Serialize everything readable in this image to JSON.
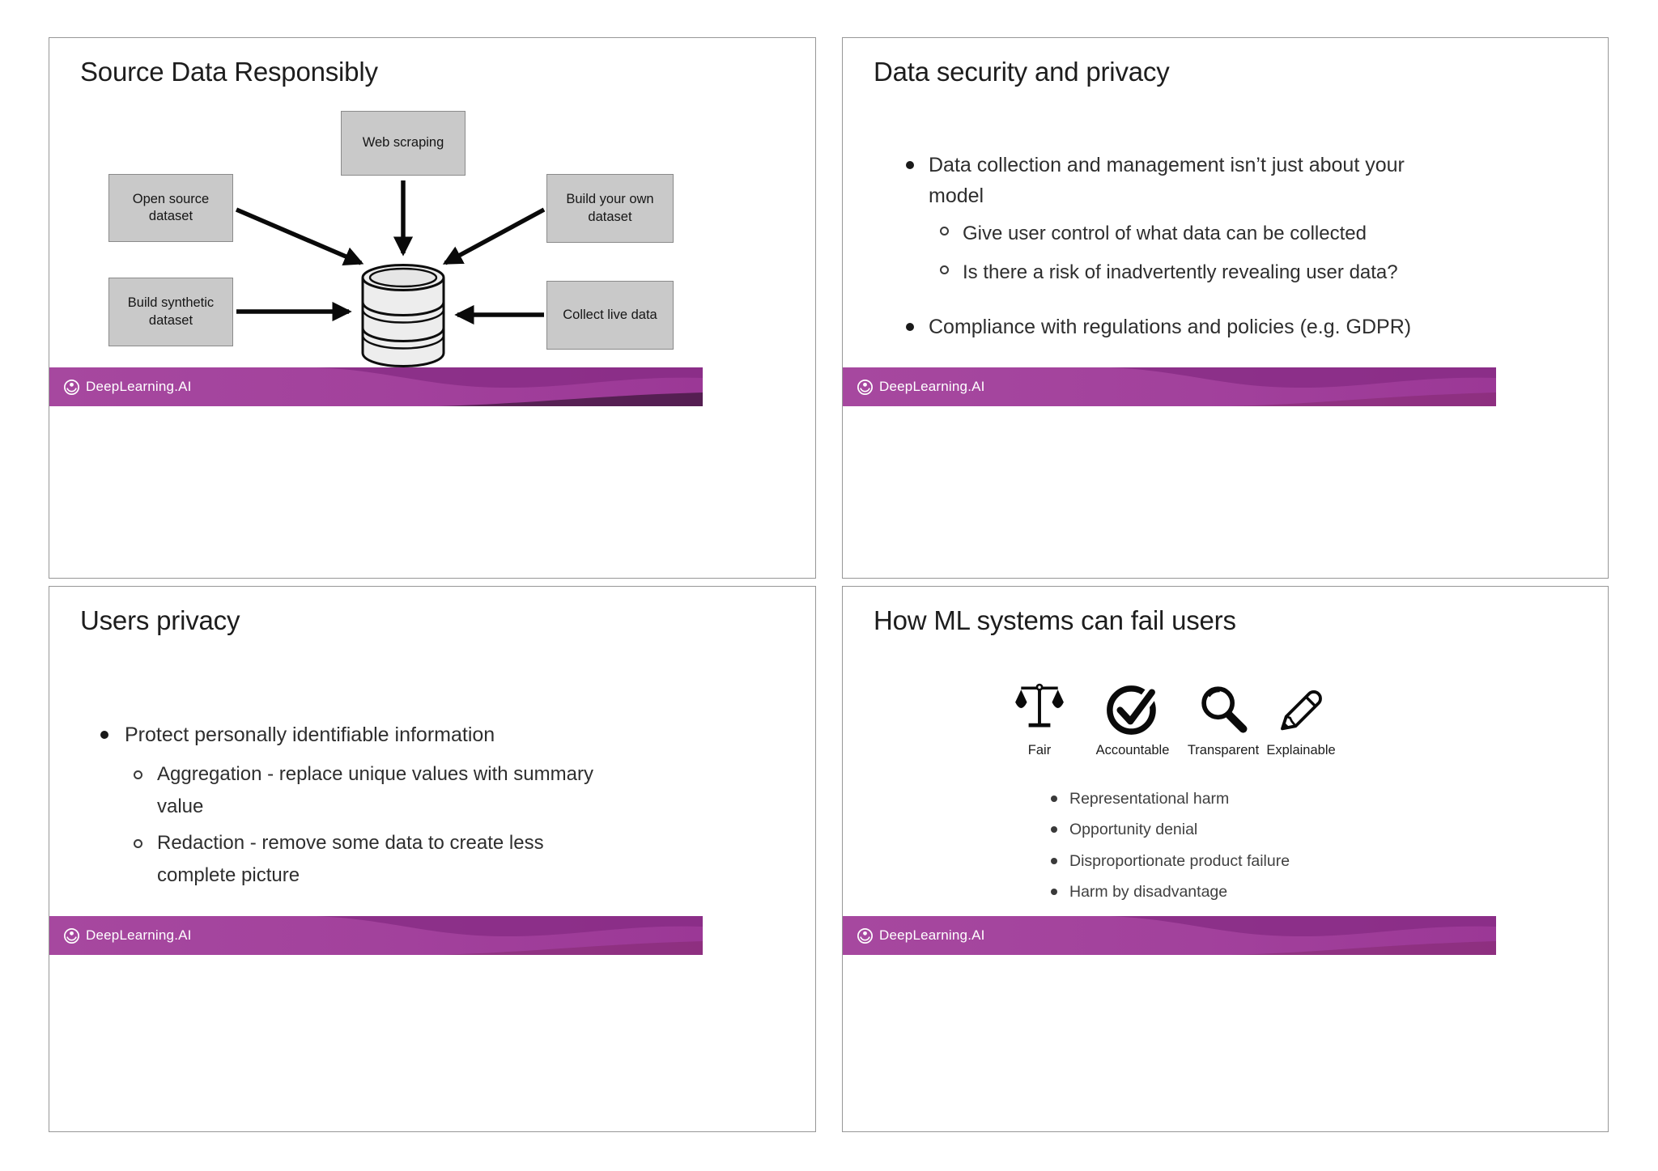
{
  "brand": {
    "logo_text": "DeepLearning.AI"
  },
  "colors": {
    "footer_bar": "#a3439f",
    "footer_wave_dark": "#872c85",
    "diagram_box_fill": "#c9c9c9",
    "diagram_box_border": "#8a8a8a",
    "panel_border": "#979797",
    "title_text": "#1d1d1d",
    "body_text": "#2e2e2e"
  },
  "slides": [
    {
      "title": "Source Data Responsibly",
      "diagram": {
        "center_icon": "database-icon",
        "boxes": [
          {
            "id": "web-scraping",
            "label": "Web scraping"
          },
          {
            "id": "open-source",
            "label": "Open source\ndataset"
          },
          {
            "id": "build-your-own",
            "label": "Build your own\ndataset"
          },
          {
            "id": "build-synthetic",
            "label": "Build synthetic\ndataset"
          },
          {
            "id": "collect-live",
            "label": "Collect live data"
          }
        ]
      }
    },
    {
      "title": "Data security and privacy",
      "bullets": [
        {
          "level": 1,
          "text": "Data collection and management isn’t just about your\nmodel"
        },
        {
          "level": 2,
          "text": "Give user control of what data can be collected"
        },
        {
          "level": 2,
          "text": "Is there a risk of inadvertently revealing user data?"
        },
        {
          "level": 1,
          "text": "Compliance with regulations and policies (e.g. GDPR)"
        }
      ]
    },
    {
      "title": "Users privacy",
      "bullets": [
        {
          "level": 1,
          "text": "Protect personally identifiable information"
        },
        {
          "level": 2,
          "text": "Aggregation - replace unique values with summary\nvalue"
        },
        {
          "level": 2,
          "text": "Redaction - remove some data to create less\ncomplete picture"
        }
      ]
    },
    {
      "title": "How ML systems can fail users",
      "principles": [
        {
          "icon": "scales-icon",
          "label": "Fair"
        },
        {
          "icon": "check-circle-icon",
          "label": "Accountable"
        },
        {
          "icon": "magnifying-glass-icon",
          "label": "Transparent"
        },
        {
          "icon": "pencil-icon",
          "label": "Explainable"
        }
      ],
      "bullets": [
        {
          "text": "Representational harm"
        },
        {
          "text": "Opportunity denial"
        },
        {
          "text": "Disproportionate product failure"
        },
        {
          "text": "Harm by disadvantage"
        }
      ]
    }
  ]
}
